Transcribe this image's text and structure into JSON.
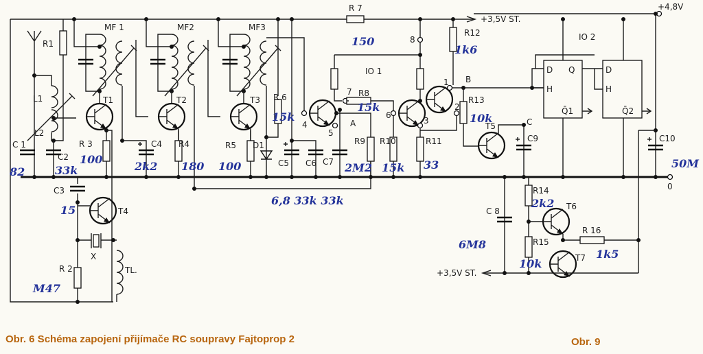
{
  "title_caption": "Obr.  6 Schéma zapojení přijímače RC soupravy Fajtoprop 2",
  "figure_number": "Obr. 9",
  "supply": {
    "rail_35": "+3,5V ST.",
    "rail_35_lower": "+3,5V ST.",
    "rail_48": "+4,8V",
    "ground": "0"
  },
  "blocks": {
    "io1": "IO 1",
    "io2": "IO 2"
  },
  "io2_pins": {
    "d1": "D",
    "h1": "H",
    "q1": "Q",
    "nq1": "Q̄1",
    "d2": "D",
    "h2": "H",
    "nq2": "Q̄2"
  },
  "nodes": {
    "A": "A",
    "B": "B",
    "C": "C",
    "p1": "1",
    "p2": "2",
    "p3": "3",
    "p4": "4",
    "p5": "5",
    "p6": "6",
    "p7": "7",
    "p8": "8"
  },
  "components": {
    "R1": "R1",
    "R2": "R 2",
    "R3": "R 3",
    "R4": "R4",
    "R5": "R5",
    "R6": "R 6",
    "R7": "R 7",
    "R8": "R8",
    "R9": "R9",
    "R10": "R10",
    "R11": "R11",
    "R12": "R12",
    "R13": "R13",
    "R14": "R14",
    "R15": "R15",
    "R16": "R 16",
    "C1": "C 1",
    "C2": "C2",
    "C3": "C3",
    "C4": "C4",
    "C5": "C5",
    "C6": "C6",
    "C7": "C7",
    "C8": "C 8",
    "C9": "C9",
    "C10": "C10",
    "L1": "L1",
    "L2": "L2",
    "D1": "D1",
    "T1": "T1",
    "T2": "T2",
    "T3": "T3",
    "T4": "T4",
    "T5": "T5",
    "T6": "T6",
    "T7": "T7",
    "MF1": "MF 1",
    "MF2": "MF2",
    "MF3": "MF3",
    "X": "X",
    "TL": "TL."
  },
  "handwritten_values": {
    "C1": "82",
    "C2": "33k",
    "R3": "100",
    "C4": "2k2",
    "R4": "180",
    "R5": "100",
    "R6": "15k",
    "R7": "150",
    "R12": "1k6",
    "R8": "15k",
    "R13": "10k",
    "R9": "2M2",
    "R10": "15k",
    "R11": "33",
    "bottom_note": "6,8  33k  33k",
    "C10": "50M",
    "C3": "15",
    "R2": "M47",
    "R14": "2k2",
    "C8": "6M8",
    "R15": "10k",
    "R16": "1k5"
  },
  "colors": {
    "ink": "#1c1c1c",
    "handwriting": "#24339a",
    "caption": "#b8660f",
    "paper": "#fbfaf4"
  }
}
